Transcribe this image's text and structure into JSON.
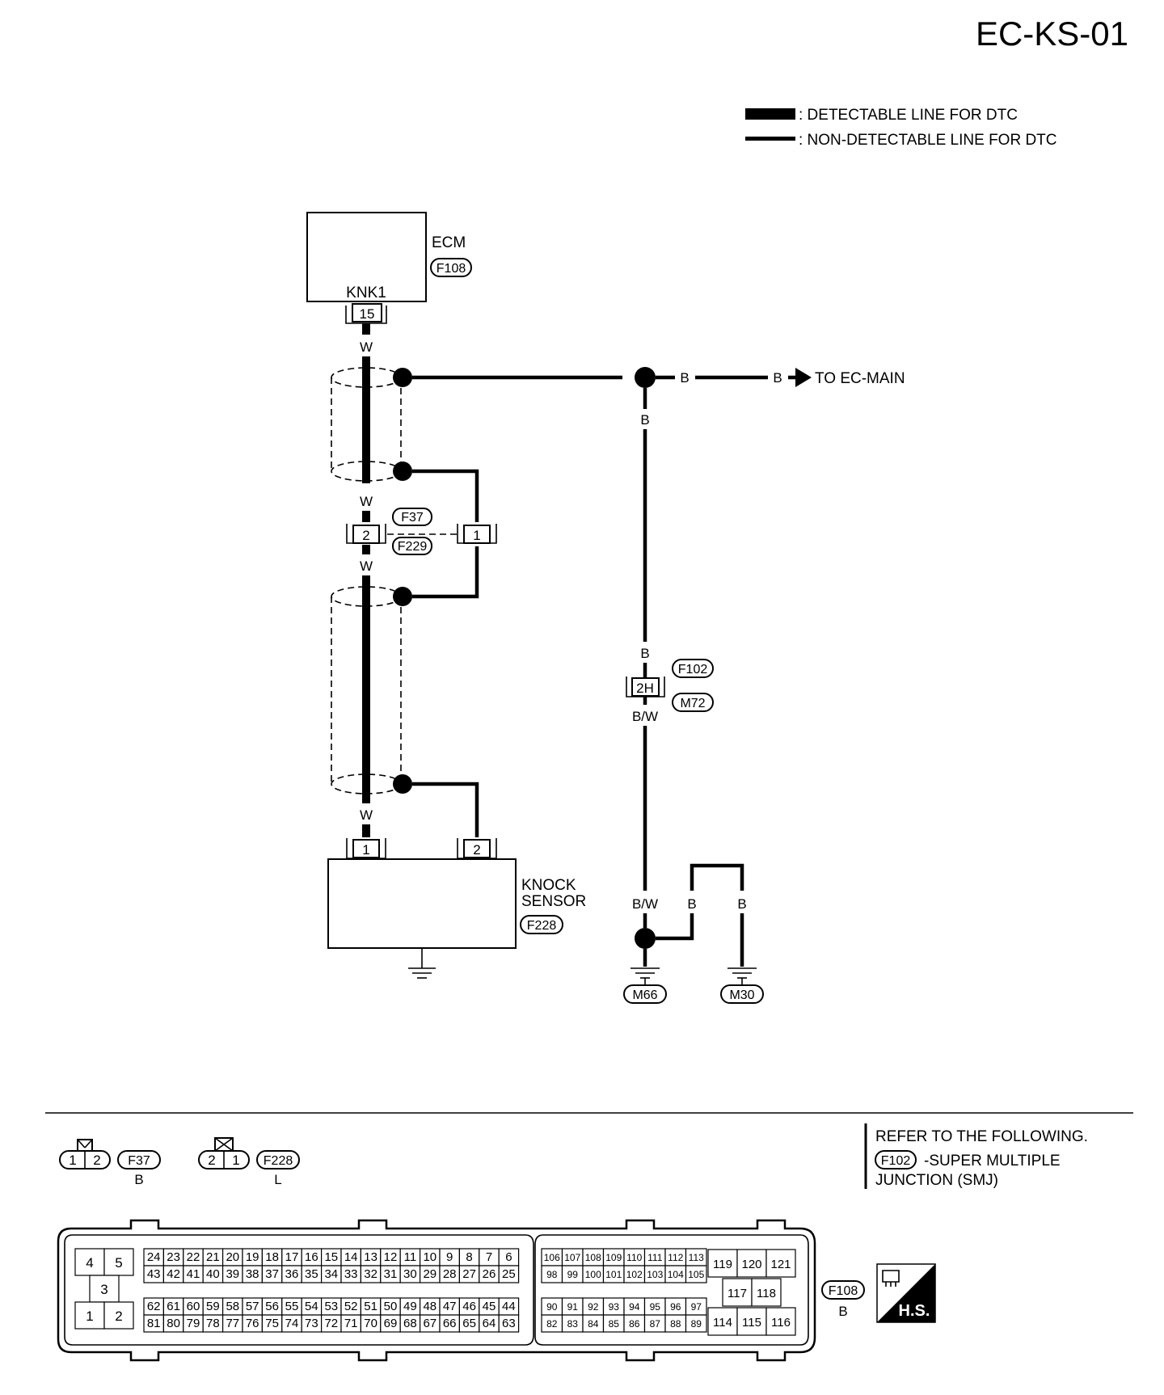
{
  "diagram_id": "EC-KS-01",
  "legend": {
    "detectable": ": DETECTABLE LINE FOR DTC",
    "non_detectable": ": NON-DETECTABLE LINE FOR DTC"
  },
  "ecm": {
    "name": "ECM",
    "connector": "F108",
    "terminal_name": "KNK1",
    "pin": "15"
  },
  "wires": {
    "w": "W",
    "b": "B",
    "bw": "B/W"
  },
  "to_ec_main": "TO EC-MAIN",
  "junction_connectors": {
    "top": "F37",
    "bottom": "F229",
    "pin_left": "2",
    "pin_right": "1"
  },
  "smj_connectors": {
    "top": "F102",
    "bottom": "M72",
    "pin": "2H"
  },
  "knock_sensor": {
    "name_line1": "KNOCK",
    "name_line2": "SENSOR",
    "connector": "F228",
    "pin1": "1",
    "pin2": "2"
  },
  "grounds": {
    "left": "M66",
    "right": "M30"
  },
  "refer": {
    "line1": "REFER TO THE FOLLOWING.",
    "connector": "F102",
    "line2": "-SUPER MULTIPLE",
    "line3": "JUNCTION (SMJ)"
  },
  "connector_views": [
    {
      "id": "F37",
      "pins": [
        "1",
        "2"
      ],
      "color": "B"
    },
    {
      "id": "F228",
      "pins": [
        "2",
        "1"
      ],
      "color": "L"
    }
  ],
  "ecm_connector": {
    "id": "F108",
    "color": "B",
    "hs_label": "H.S.",
    "block_a": [
      "4",
      "5",
      "3",
      "1",
      "2"
    ],
    "block_b_rows": [
      [
        "24",
        "23",
        "22",
        "21",
        "20",
        "19",
        "18",
        "17",
        "16",
        "15",
        "14",
        "13",
        "12",
        "11",
        "10",
        "9",
        "8",
        "7",
        "6"
      ],
      [
        "43",
        "42",
        "41",
        "40",
        "39",
        "38",
        "37",
        "36",
        "35",
        "34",
        "33",
        "32",
        "31",
        "30",
        "29",
        "28",
        "27",
        "26",
        "25"
      ],
      [
        "62",
        "61",
        "60",
        "59",
        "58",
        "57",
        "56",
        "55",
        "54",
        "53",
        "52",
        "51",
        "50",
        "49",
        "48",
        "47",
        "46",
        "45",
        "44"
      ],
      [
        "81",
        "80",
        "79",
        "78",
        "77",
        "76",
        "75",
        "74",
        "73",
        "72",
        "71",
        "70",
        "69",
        "68",
        "67",
        "66",
        "65",
        "64",
        "63"
      ]
    ],
    "block_c_rows": [
      [
        "106",
        "107",
        "108",
        "109",
        "110",
        "111",
        "112",
        "113"
      ],
      [
        "98",
        "99",
        "100",
        "101",
        "102",
        "103",
        "104",
        "105"
      ],
      [
        "90",
        "91",
        "92",
        "93",
        "94",
        "95",
        "96",
        "97"
      ],
      [
        "82",
        "83",
        "84",
        "85",
        "86",
        "87",
        "88",
        "89"
      ]
    ],
    "block_d": [
      "119",
      "120",
      "121",
      "117",
      "118",
      "114",
      "115",
      "116"
    ]
  }
}
